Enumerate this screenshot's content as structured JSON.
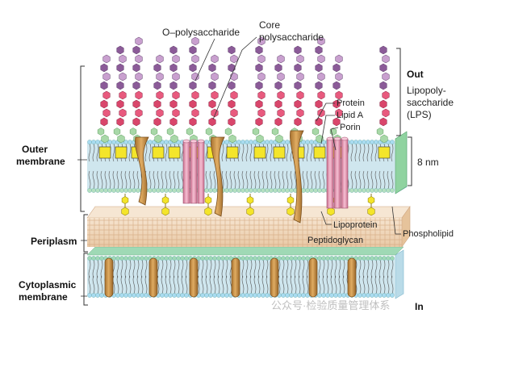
{
  "labels": {
    "o_polysaccharide": "O–polysaccharide",
    "core_line1": "Core",
    "core_line2": "polysaccharide",
    "protein": "Protein",
    "lipid_a": "Lipid A",
    "porin": "Porin",
    "out": "Out",
    "lps_line1": "Lipopoly-",
    "lps_line2": "saccharide",
    "lps_line3": "(LPS)",
    "thickness": "8 nm",
    "outer_line1": "Outer",
    "outer_line2": "membrane",
    "periplasm": "Periplasm",
    "cyto_line1": "Cytoplasmic",
    "cyto_line2": "membrane",
    "lipoprotein": "Lipoprotein",
    "peptidoglycan": "Peptidoglycan",
    "phospholipid": "Phospholipid",
    "in": "In"
  },
  "watermark": "公众号·检验质量管理体系",
  "colors": {
    "o_sugar": "#c9a0cf",
    "o_sugar_dark": "#8b5b98",
    "core_sugar": "#d9466b",
    "core_sugar_pale": "#f0a0b4",
    "lipid_a": "#f4e52a",
    "inner_sugar": "#a8d8a8",
    "head_blue": "#bfe6f6",
    "head_green": "#8fd3a0",
    "membrane_core": "#cfe6ee",
    "protein": "#c98b3f",
    "porin": "#e7a1bc",
    "peptidoglycan": "#f1d9bd",
    "label_line": "#333333"
  }
}
